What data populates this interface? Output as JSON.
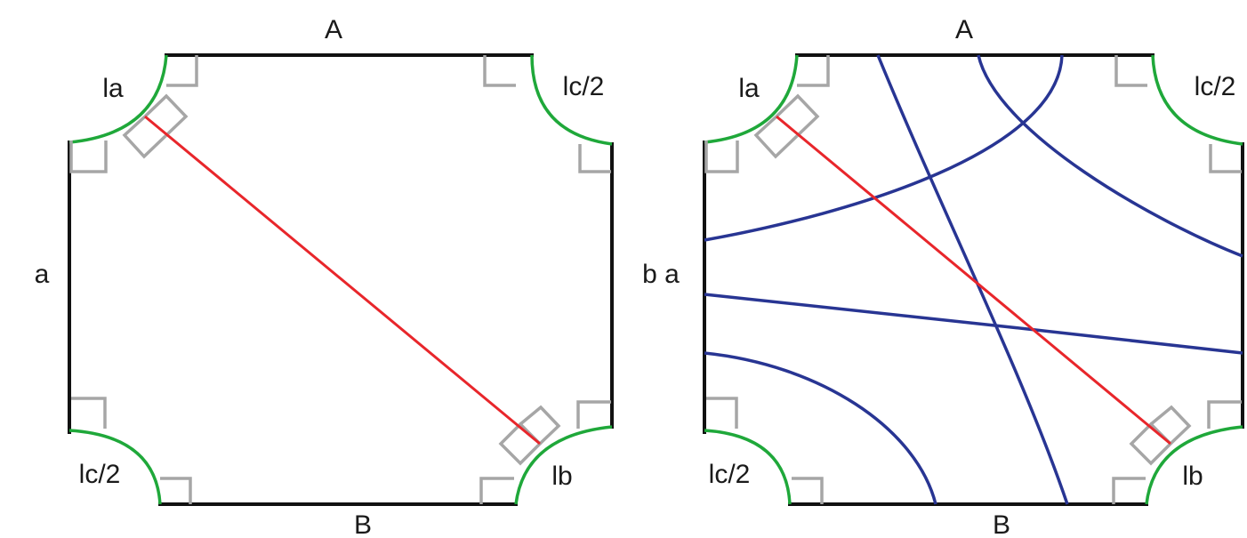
{
  "colors": {
    "edge": "#111111",
    "arc": "#1fa83a",
    "right_angle": "#a6a6a6",
    "geodesic": "#e8262b",
    "curve": "#283593"
  },
  "panels": [
    {
      "name": "left-panel",
      "labels": {
        "top": "A",
        "bottom": "B",
        "left": "a",
        "top_left": "la",
        "top_right": "lc/2",
        "bottom_left": "lc/2",
        "bottom_right": "lb"
      }
    },
    {
      "name": "right-panel",
      "labels": {
        "top": "A",
        "bottom": "B",
        "left": "b a",
        "top_left": "la",
        "top_right": "lc/2",
        "bottom_left": "lc/2",
        "bottom_right": "lb"
      },
      "curve_count": 5
    }
  ]
}
